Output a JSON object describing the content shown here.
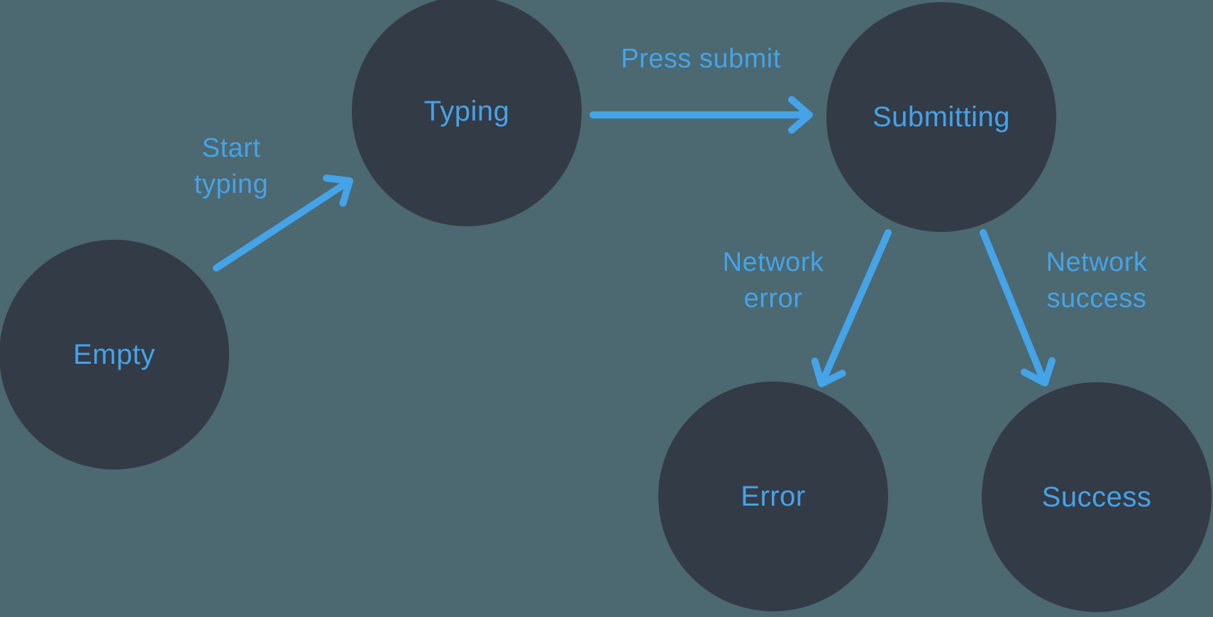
{
  "diagram": {
    "type": "state-machine",
    "colors": {
      "background": "#4C6870",
      "node_fill": "#333B47",
      "accent": "#45A3E8"
    },
    "nodes": [
      {
        "id": "empty",
        "label": "Empty"
      },
      {
        "id": "typing",
        "label": "Typing"
      },
      {
        "id": "submitting",
        "label": "Submitting"
      },
      {
        "id": "error",
        "label": "Error"
      },
      {
        "id": "success",
        "label": "Success"
      }
    ],
    "edges": [
      {
        "from": "empty",
        "to": "typing",
        "label": "Start\ntyping"
      },
      {
        "from": "typing",
        "to": "submitting",
        "label": "Press submit"
      },
      {
        "from": "submitting",
        "to": "error",
        "label": "Network\nerror"
      },
      {
        "from": "submitting",
        "to": "success",
        "label": "Network\nsuccess"
      }
    ]
  }
}
